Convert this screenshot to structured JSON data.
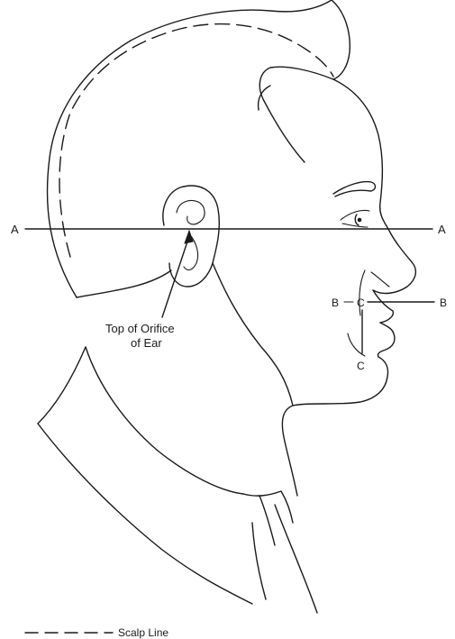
{
  "labels": {
    "a_left": "A",
    "a_right": "A",
    "b_left": "B",
    "b_right": "B",
    "c_top": "C",
    "c_bottom": "C",
    "ear_line1": "Top of Orifice",
    "ear_line2": "of Ear"
  },
  "legend": {
    "label": "Scalp Line"
  },
  "colors": {
    "ink": "#1a1a1a",
    "background": "#ffffff"
  }
}
